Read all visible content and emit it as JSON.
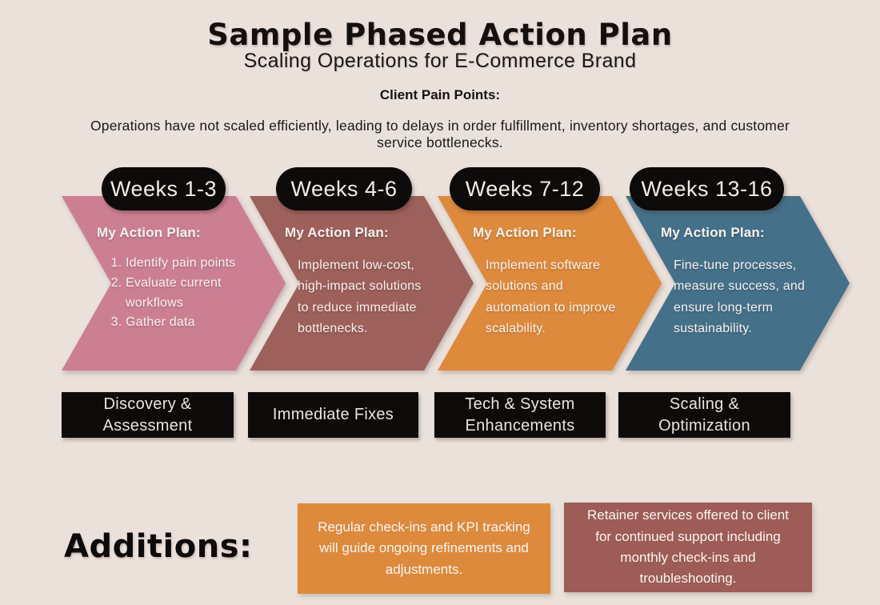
{
  "header": {
    "title": "Sample Phased Action Plan",
    "subtitle": "Scaling Operations for E-Commerce Brand",
    "pain_points_heading": "Client Pain Points:",
    "pain_points_text": "Operations have not scaled efficiently, leading to delays in order fulfillment, inventory shortages, and customer service bottlenecks."
  },
  "colors": {
    "background": "#eae1da",
    "badge_black": "#0d0a0a",
    "phase1_pink": "#cc7f93",
    "phase2_maroon": "#9d605b",
    "phase3_orange": "#dd8a3d",
    "phase4_blue": "#45708a",
    "addition_orange": "#dd8a3d",
    "addition_maroon": "#9d5c55",
    "light_text": "#f7f0ec"
  },
  "phases": [
    {
      "weeks": "Weeks 1-3",
      "plan_heading": "My Action Plan:",
      "plan_items": [
        "Identify pain points",
        "Evaluate current workflows",
        "Gather data"
      ],
      "label": "Discovery & Assessment"
    },
    {
      "weeks": "Weeks 4-6",
      "plan_heading": "My Action Plan:",
      "plan_text": "Implement low-cost, high-impact solutions to reduce immediate bottlenecks.",
      "label": "Immediate Fixes"
    },
    {
      "weeks": "Weeks 7-12",
      "plan_heading": "My Action Plan:",
      "plan_text": "Implement software solutions and automation to improve scalability.",
      "label": "Tech & System Enhancements"
    },
    {
      "weeks": "Weeks 13-16",
      "plan_heading": "My Action Plan:",
      "plan_text": "Fine-tune processes, measure success, and ensure long-term sustainability.",
      "label": "Scaling & Optimization"
    }
  ],
  "additions": {
    "heading": "Additions:",
    "items": [
      {
        "text": "Regular check-ins and KPI tracking will guide ongoing refinements and adjustments."
      },
      {
        "text": "Retainer services offered to client for continued support including monthly check-ins and troubleshooting."
      }
    ]
  }
}
